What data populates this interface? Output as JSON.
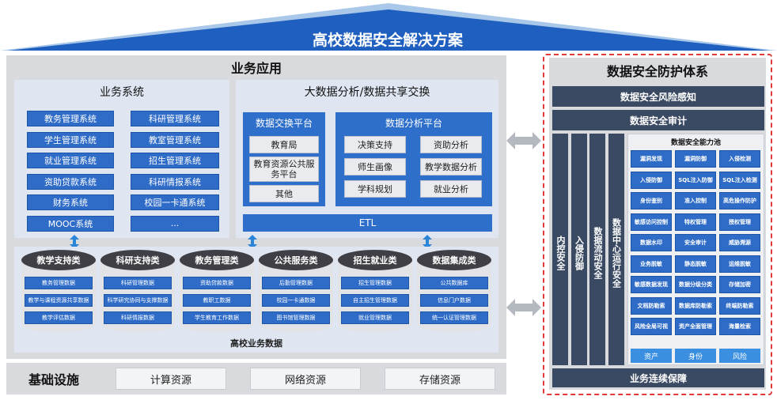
{
  "title": "高校数据安全解决方案",
  "business_app": {
    "title": "业务应用",
    "business_system": {
      "title": "业务系统",
      "left_items": [
        "教务管理系统",
        "学生管理系统",
        "就业管理系统",
        "资助贷款系统",
        "财务系统",
        "MOOC系统"
      ],
      "right_items": [
        "科研管理系统",
        "教室管理系统",
        "招生管理系统",
        "科研情报系统",
        "校园一卡通系统",
        "..."
      ]
    },
    "bigdata": {
      "title": "大数据分析/数据共享交换",
      "exchange": {
        "title": "数据交换平台",
        "items": [
          "教育局",
          "教育资源公共服务平台",
          "其他"
        ]
      },
      "analysis": {
        "title": "数据分析平台",
        "items": [
          "决策支持",
          "资助分析",
          "师生画像",
          "教学数据分析",
          "学科规划",
          "就业分析"
        ]
      },
      "etl": "ETL"
    },
    "data_store": {
      "title": "高校业务数据",
      "cylinders": [
        {
          "title": "教学支持类",
          "items": [
            "教务管理数据",
            "教学与课程资源共享数据",
            "教学评估数据"
          ]
        },
        {
          "title": "科研支持类",
          "items": [
            "科研管理数据",
            "科学研究协同与支撑数据",
            "科研情报数据"
          ]
        },
        {
          "title": "教务管理类",
          "items": [
            "资助贷款数据",
            "教职工数据",
            "学生教育工作数据"
          ]
        },
        {
          "title": "公共服务类",
          "items": [
            "后勤管理数据",
            "校园一卡通数据",
            "图书馆管理数据"
          ]
        },
        {
          "title": "招生就业类",
          "items": [
            "招生管理数据",
            "自主招生管理数据",
            "就业管理数据"
          ]
        },
        {
          "title": "数据集成类",
          "items": [
            "公共数据库",
            "信息门户数据",
            "统一认证管理数据"
          ]
        }
      ]
    }
  },
  "infrastructure": {
    "title": "基础设施",
    "items": [
      "计算资源",
      "网络资源",
      "存储资源"
    ]
  },
  "security": {
    "title": "数据安全防护体系",
    "risk_perception": "数据安全风险感知",
    "audit": "数据安全审计",
    "vertical": [
      "内控安全",
      "入侵防御",
      "数据流动安全",
      "数据中心运行安全"
    ],
    "pool_title": "数据安全能力池",
    "capabilities": [
      "漏洞发现",
      "漏洞防御",
      "入侵检测",
      "入侵防御",
      "SQL注入防御",
      "SQL注入检测",
      "身份鉴别",
      "准入控制",
      "高危操作防护",
      "敏感访问控制",
      "特权管理",
      "授权管理",
      "数据水印",
      "安全审计",
      "威胁溯源",
      "业务脱敏",
      "静态脱敏",
      "运维脱敏",
      "敏感数据发现",
      "数据分级分类",
      "存储加密",
      "文档防勒索",
      "数据库防勒索",
      "终端防勒索",
      "风险全局可视",
      "资产全面管理",
      "海量检索"
    ],
    "bottom_tabs": [
      "资产",
      "身份",
      "风险"
    ],
    "continuity": "业务连续保障"
  },
  "colors": {
    "roof_blue": "#1f5fbf",
    "button_blue": "#2f6cc8",
    "dark_slate": "#3b4a63",
    "dashed_red": "#e23a3a"
  }
}
